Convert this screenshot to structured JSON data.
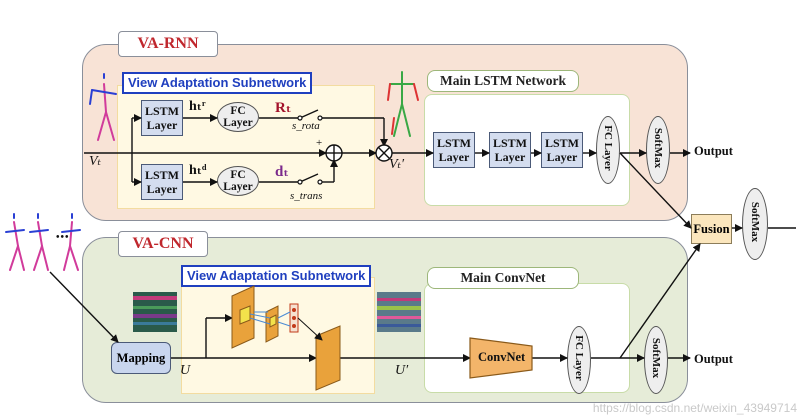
{
  "va_rnn": {
    "tag": "VA-RNN",
    "subnetwork_title": "View Adaptation Subnetwork",
    "lstm_label": "LSTM Layer",
    "fc_label": "FC Layer",
    "h_r": "hₜʳ",
    "h_d": "hₜᵈ",
    "R_t": "Rₜ",
    "d_t": "dₜ",
    "s_rota": "s_rota",
    "s_trans": "s_trans",
    "V_t": "Vₜ",
    "V_t_prime": "Vₜ′",
    "plus": "+",
    "main_title": "Main LSTM Network",
    "main_lstm_labels": [
      "LSTM Layer",
      "LSTM Layer",
      "LSTM Layer"
    ],
    "main_fc": "FC Layer",
    "softmax": "SoftMax",
    "output": "Output"
  },
  "va_cnn": {
    "tag": "VA-CNN",
    "subnetwork_title": "View Adaptation Subnetwork",
    "mapping": "Mapping",
    "U": "U",
    "U_prime": "U′",
    "main_title": "Main ConvNet",
    "convnet": "ConvNet",
    "fc": "FC Layer",
    "softmax": "SoftMax",
    "output": "Output"
  },
  "fusion": {
    "label": "Fusion",
    "softmax": "SoftMax",
    "ellipsis": "•••"
  },
  "watermark": "https://blog.csdn.net/weixin_43949714",
  "colors": {
    "rnn_bg": "#f8e3d6",
    "cnn_bg": "#e6ecd8",
    "tag_red": "#c0272d",
    "subnetwork_blue": "#1f3fbf",
    "param_red": "#a3122a",
    "param_purple": "#7b2a8c"
  }
}
